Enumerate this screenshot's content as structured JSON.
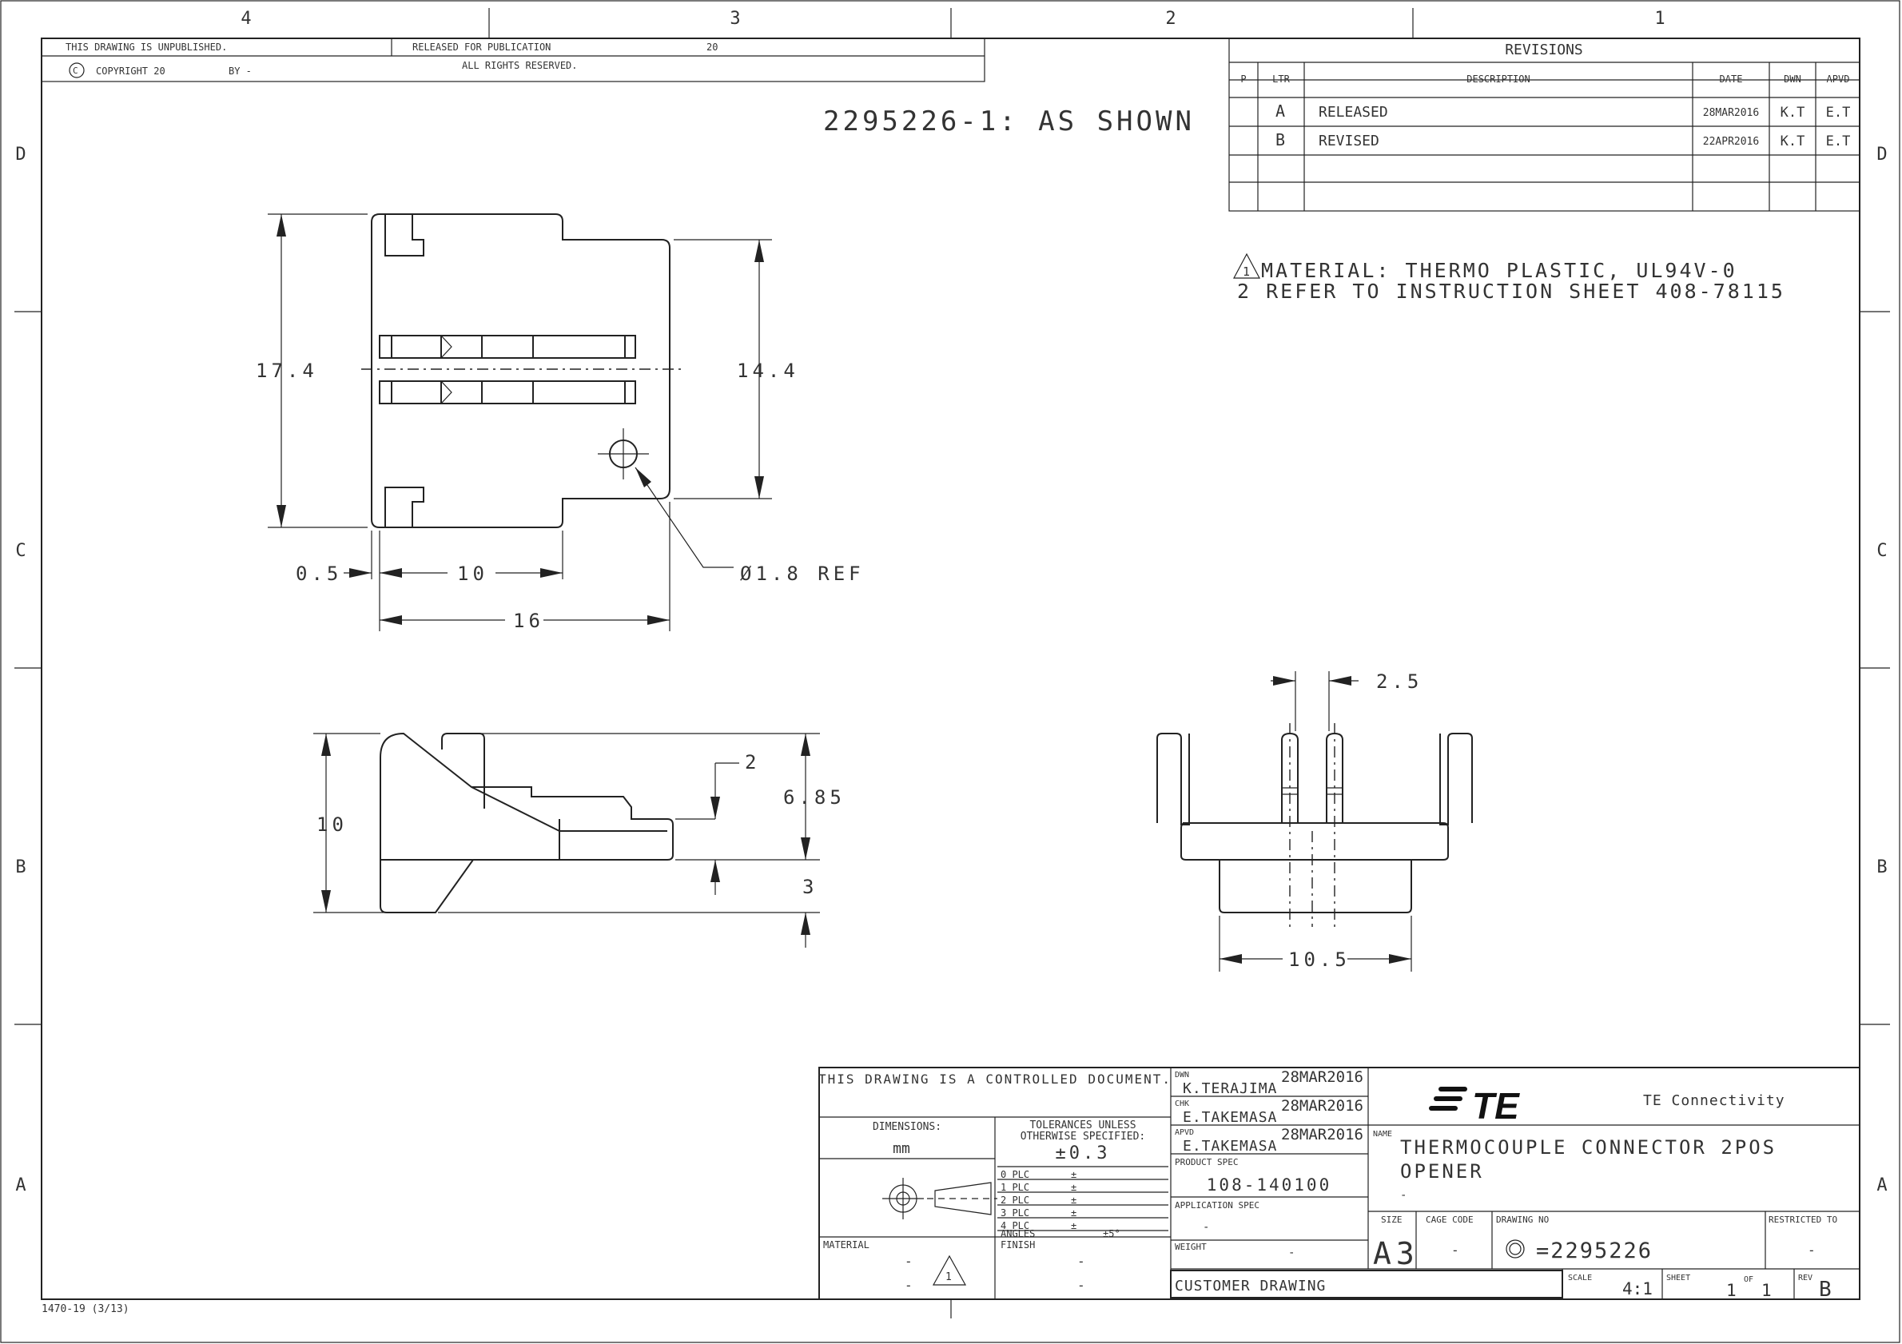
{
  "zones": {
    "cols": [
      "4",
      "3",
      "2",
      "1"
    ],
    "rows": [
      "D",
      "C",
      "B",
      "A"
    ]
  },
  "header": {
    "unpublished": "THIS DRAWING IS UNPUBLISHED.",
    "released": "RELEASED FOR PUBLICATION",
    "year": "20",
    "copyright": "COPYRIGHT 20",
    "by": "BY -",
    "rights": "ALL RIGHTS RESERVED."
  },
  "view_title": "2295226-1: AS SHOWN",
  "revisions": {
    "title": "REVISIONS",
    "columns": [
      "P",
      "LTR",
      "DESCRIPTION",
      "DATE",
      "DWN",
      "APVD"
    ],
    "rows": [
      {
        "ltr": "A",
        "desc": "RELEASED",
        "date": "28MAR2016",
        "dwn": "K.T",
        "apvd": "E.T"
      },
      {
        "ltr": "B",
        "desc": "REVISED",
        "date": "22APR2016",
        "dwn": "K.T",
        "apvd": "E.T"
      }
    ]
  },
  "notes": {
    "note1_num": "1",
    "note1": "MATERIAL: THERMO PLASTIC, UL94V-0",
    "note2": "2 REFER TO INSTRUCTION SHEET 408-78115"
  },
  "dims": {
    "d17_4": "17.4",
    "d14_4": "14.4",
    "d0_5": "0.5",
    "d10": "10",
    "d16": "16",
    "hole": "Ø1.8 REF",
    "side_10": "10",
    "side_2": "2",
    "side_6_85": "6.85",
    "side_3": "3",
    "end_2_5": "2.5",
    "end_10_5": "10.5"
  },
  "title_block": {
    "controlled": "THIS DRAWING IS A CONTROLLED DOCUMENT.",
    "dimensions_label": "DIMENSIONS:",
    "dimensions_unit": "mm",
    "tolerances_label1": "TOLERANCES UNLESS",
    "tolerances_label2": "OTHERWISE SPECIFIED:",
    "tolerance": "±0.3",
    "plc": [
      "0 PLC",
      "1 PLC",
      "2 PLC",
      "3 PLC",
      "4 PLC",
      "ANGLES"
    ],
    "plc_vals": [
      "±",
      "±",
      "±",
      "±",
      "±",
      "±5°"
    ],
    "material_label": "MATERIAL",
    "material_vals": [
      "-",
      "-"
    ],
    "finish_label": "FINISH",
    "finish_vals": [
      "-",
      "-"
    ],
    "material_note": "1",
    "dwn_label": "DWN",
    "dwn_name": "K.TERAJIMA",
    "dwn_date": "28MAR2016",
    "chk_label": "CHK",
    "chk_name": "E.TAKEMASA",
    "chk_date": "28MAR2016",
    "apvd_label": "APVD",
    "apvd_name": "E.TAKEMASA",
    "apvd_date": "28MAR2016",
    "product_spec_label": "PRODUCT SPEC",
    "product_spec": "108-140100",
    "application_spec_label": "APPLICATION SPEC",
    "application_spec": "-",
    "weight_label": "WEIGHT",
    "weight": "-",
    "customer": "CUSTOMER DRAWING",
    "logo": "TE",
    "company": "TE Connectivity",
    "name_label": "NAME",
    "name1": "THERMOCOUPLE CONNECTOR 2POS",
    "name2": "OPENER",
    "name3": "-",
    "size_label": "SIZE",
    "size": "A3",
    "cage_label": "CAGE CODE",
    "cage": "-",
    "dwgno_label": "DRAWING NO",
    "dwgno": "=2295226",
    "restricted_label": "RESTRICTED TO",
    "restricted": "-",
    "scale_label": "SCALE",
    "scale": "4:1",
    "sheet_label": "SHEET",
    "sheet": "1",
    "of_label": "OF",
    "of": "1",
    "rev_label": "REV",
    "rev": "B"
  },
  "form_no": "1470-19 (3/13)"
}
